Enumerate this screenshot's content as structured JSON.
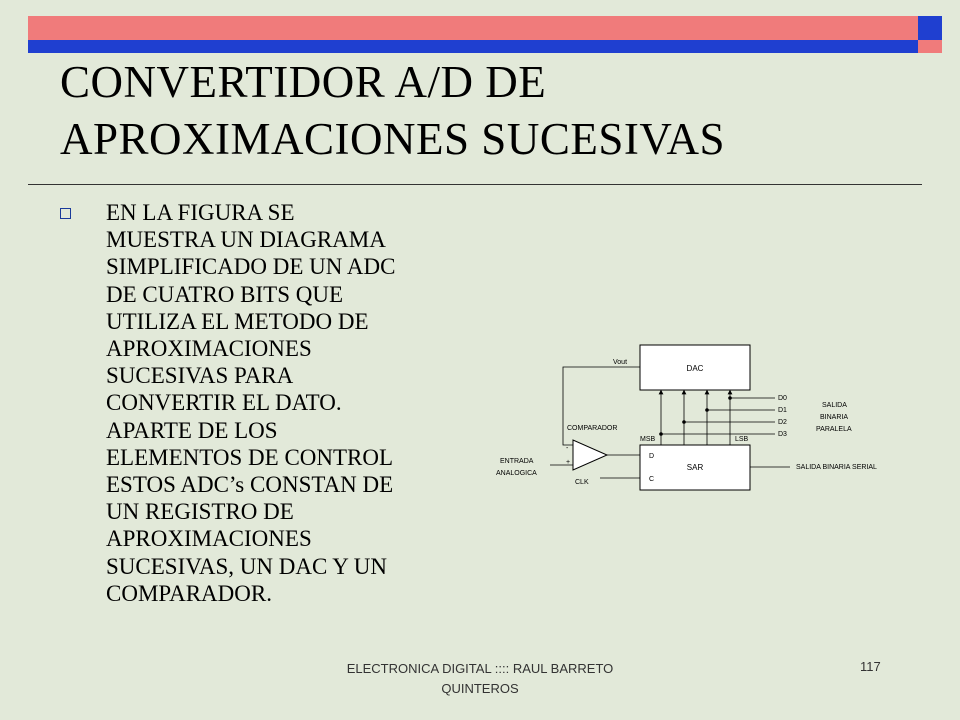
{
  "slide": {
    "title_lines": [
      "CONVERTIDOR A/D DE",
      "APROXIMACIONES SUCESIVAS"
    ],
    "body_lines": [
      "EN LA FIGURA SE",
      "MUESTRA UN DIAGRAMA",
      "SIMPLIFICADO DE UN ADC",
      "DE CUATRO BITS QUE",
      "UTILIZA EL METODO DE",
      "APROXIMACIONES",
      "SUCESIVAS PARA",
      "CONVERTIR EL DATO.",
      "APARTE DE LOS",
      "ELEMENTOS DE CONTROL",
      "ESTOS ADC’s CONSTAN DE",
      "UN REGISTRO DE",
      "APROXIMACIONES",
      "SUCESIVAS, UN DAC Y UN",
      "COMPARADOR."
    ],
    "footer_lines": [
      "ELECTRONICA  DIGITAL  :::: RAUL BARRETO",
      "QUINTEROS"
    ],
    "page_number": "117"
  },
  "diagram": {
    "vout": "Vout",
    "dac": "DAC",
    "sar": "SAR",
    "d0": "D0",
    "d1": "D1",
    "d2": "D2",
    "d3": "D3",
    "salida_paralela": [
      "SALIDA",
      "BINARIA",
      "PARALELA"
    ],
    "comparador": "COMPARADOR",
    "msb": "MSB",
    "lsb": "LSB",
    "entrada": [
      "ENTRADA",
      "ANALOGICA"
    ],
    "minus": "-",
    "plus": "+",
    "d_pin": "D",
    "c_pin": "C",
    "clk": "CLK",
    "salida_serial": "SALIDA BINARIA SERIAL"
  },
  "colors": {
    "bar_red": "#f07b7b",
    "bar_blue": "#1f3fd0",
    "background": "#e2e9d9"
  }
}
